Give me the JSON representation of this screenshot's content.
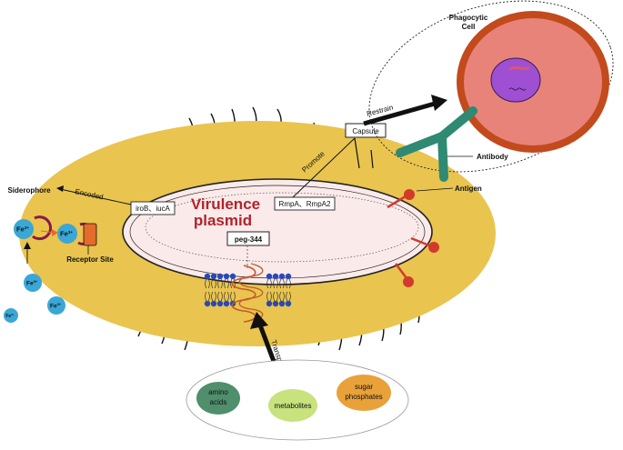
{
  "labels": {
    "phagocytic_cell_1": "Phagocytic",
    "phagocytic_cell_2": "Cell",
    "restrain": "Restrain",
    "capsule": "Capsule",
    "promote": "Promote",
    "antibody": "Antibody",
    "antigen": "Antigen",
    "siderophore": "Siderophore",
    "encoded": "Encoded",
    "iro_iuc": "iroB、iucA",
    "virulence_1": "Virulence",
    "virulence_2": "plasmid",
    "rmp": "RmpA、RmpA2",
    "peg": "peg-344",
    "receptor_site": "Receptor Site",
    "transport": "Transport",
    "fe3": "Fe",
    "fe3_sup": "3+",
    "amino_acids_1": "amino",
    "amino_acids_2": "acids",
    "metabolites": "metabolites",
    "sugar_1": "sugar",
    "sugar_2": "phosphates"
  },
  "colors": {
    "cell_envelope": "#e9c44f",
    "plasmid_fill": "#fbeaea",
    "phagocyte_outer": "#c24a1c",
    "phagocyte_inner": "#e8837a",
    "nucleus": "#9f4fd1",
    "antibody": "#2e8a72",
    "antigen": "#d23a2c",
    "iron": "#3aa7d6",
    "receptor": "#e36b2c",
    "amino": "#4f8f6c",
    "metabolites": "#c8e27e",
    "sugar": "#e9a13a",
    "lipid_head": "#2a49b5",
    "peg_coil": "#c25a2a"
  }
}
